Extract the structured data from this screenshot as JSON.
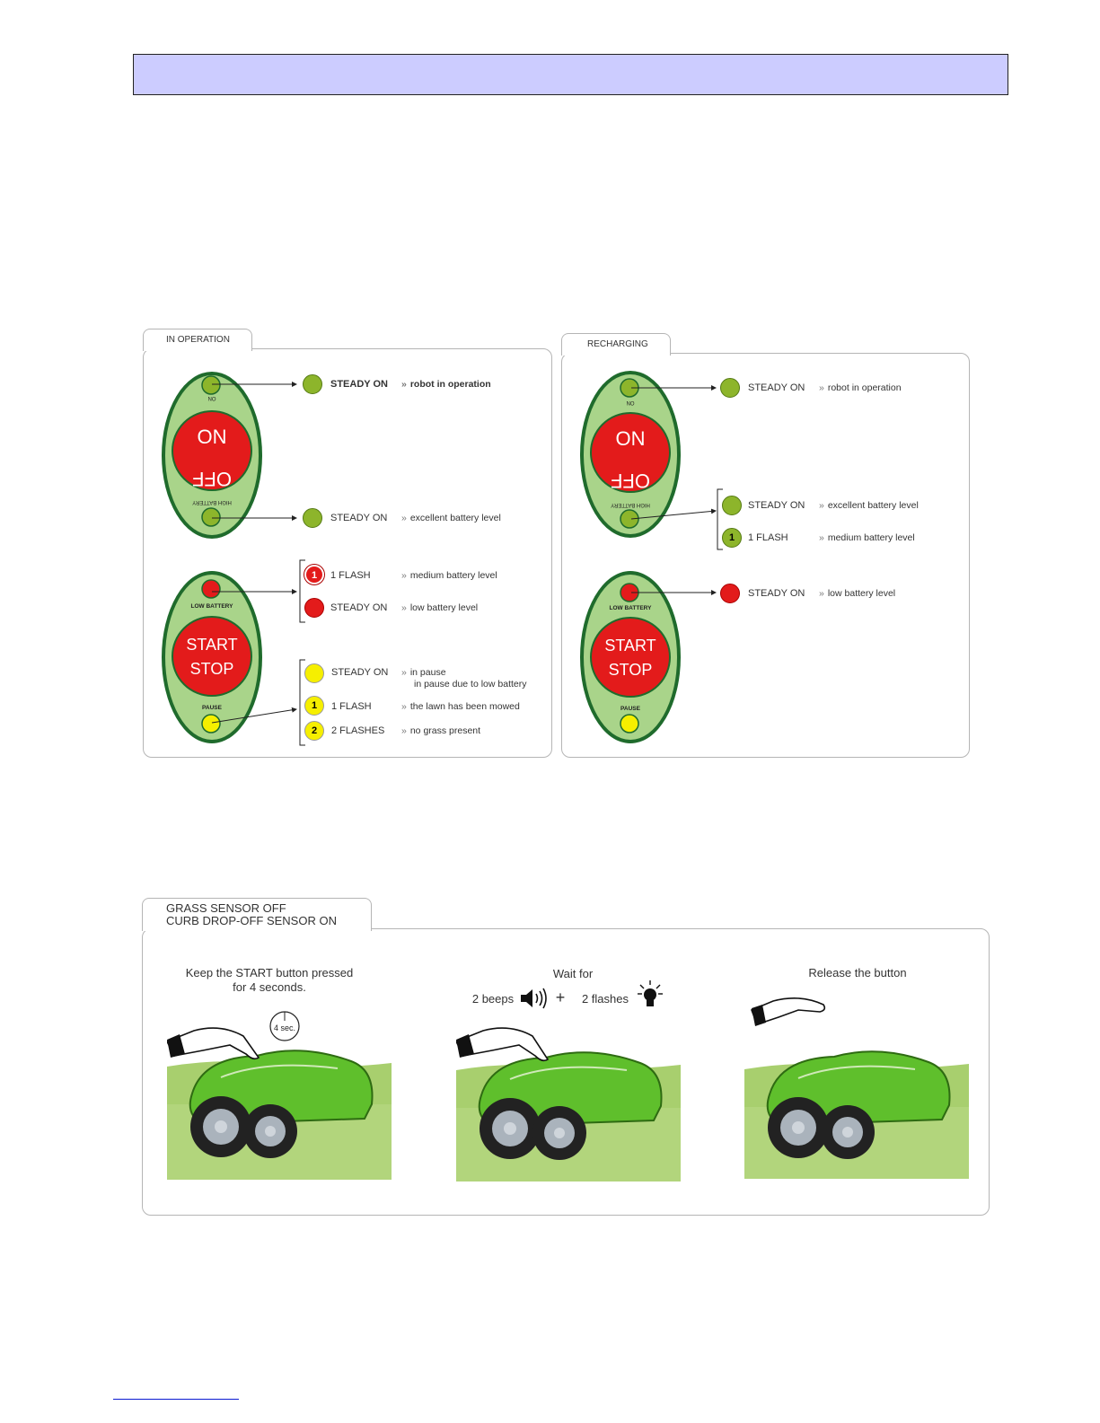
{
  "panels": {
    "in_operation": {
      "tab": "IN OPERATION",
      "remote_top": {
        "label_on": "ON",
        "btn_on": "ON",
        "btn_off": "OFF",
        "label_hb": "HIGH BATTERY"
      },
      "remote_bottom": {
        "label_lb": "LOW BATTERY",
        "btn_start": "START",
        "btn_stop": "STOP",
        "label_pause": "PAUSE"
      },
      "rows": [
        {
          "state": "STEADY ON",
          "desc": "robot in operation",
          "color": "#8db52b",
          "num": ""
        },
        {
          "state": "STEADY ON",
          "desc": "excellent battery level",
          "color": "#8db52b",
          "num": ""
        },
        {
          "state": "1 FLASH",
          "desc": "medium battery level",
          "color": "#e31b1b",
          "num": "1"
        },
        {
          "state": "STEADY ON",
          "desc": "low battery level",
          "color": "#e31b1b",
          "num": ""
        },
        {
          "state": "STEADY ON",
          "desc": "in pause",
          "desc2": "in pause due to low battery",
          "color": "#f6ef00",
          "num": ""
        },
        {
          "state": "1 FLASH",
          "desc": "the lawn has been mowed",
          "color": "#f6ef00",
          "num": "1"
        },
        {
          "state": "2 FLASHES",
          "desc": "no grass present",
          "color": "#f6ef00",
          "num": "2"
        }
      ]
    },
    "recharging": {
      "tab": "RECHARGING",
      "remote_top": {
        "label_on": "ON",
        "btn_on": "ON",
        "btn_off": "OFF",
        "label_hb": "HIGH BATTERY"
      },
      "remote_bottom": {
        "label_lb": "LOW BATTERY",
        "btn_start": "START",
        "btn_stop": "STOP",
        "label_pause": "PAUSE"
      },
      "rows": [
        {
          "state": "STEADY ON",
          "desc": "robot in operation",
          "color": "#8db52b",
          "num": ""
        },
        {
          "state": "STEADY ON",
          "desc": "excellent battery level",
          "color": "#8db52b",
          "num": ""
        },
        {
          "state": "1 FLASH",
          "desc": "medium battery level",
          "color": "#8db52b",
          "num": "1"
        },
        {
          "state": "STEADY ON",
          "desc": "low battery level",
          "color": "#e31b1b",
          "num": ""
        }
      ]
    }
  },
  "sensor": {
    "tab_line1": "GRASS SENSOR OFF",
    "tab_line2": "CURB DROP-OFF SENSOR ON",
    "step1_line1": "Keep the START button pressed",
    "step1_line2": "for 4 seconds.",
    "timer": "4 sec.",
    "step2_title": "Wait for",
    "step2_beeps": "2 beeps",
    "step2_plus": "+",
    "step2_flashes": "2 flashes",
    "step3_title": "Release the button"
  },
  "colors": {
    "header": "#ccccff",
    "remote_green": "#a9d48a",
    "remote_border": "#1f6b2c",
    "button_red": "#e31b1b",
    "led_green": "#8db52b",
    "led_red": "#e31b1b",
    "led_yellow": "#f6ef00",
    "grass": "#a8cf6e",
    "mower": "#5fbf2c"
  }
}
